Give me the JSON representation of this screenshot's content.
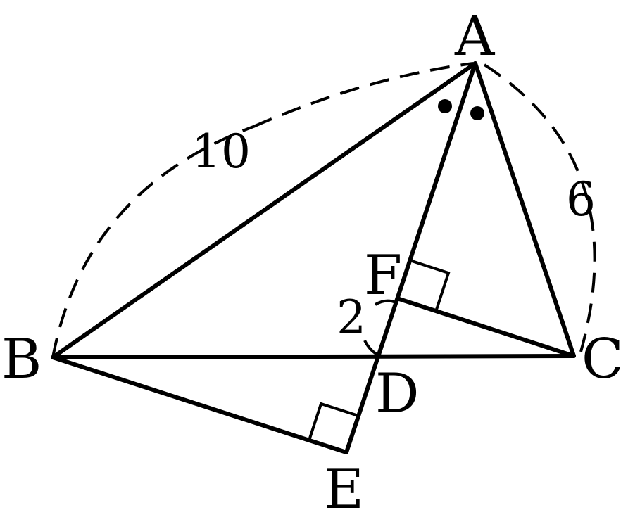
{
  "vertices": {
    "A": "A",
    "B": "B",
    "C": "C",
    "D": "D",
    "E": "E",
    "F": "F"
  },
  "measurements": {
    "AB": "10",
    "AC": "6",
    "FD": "2"
  },
  "markers": {
    "equal_angles_at_A": "two dots (AD bisects angle BAC)",
    "right_angles": [
      "E",
      "F"
    ]
  }
}
